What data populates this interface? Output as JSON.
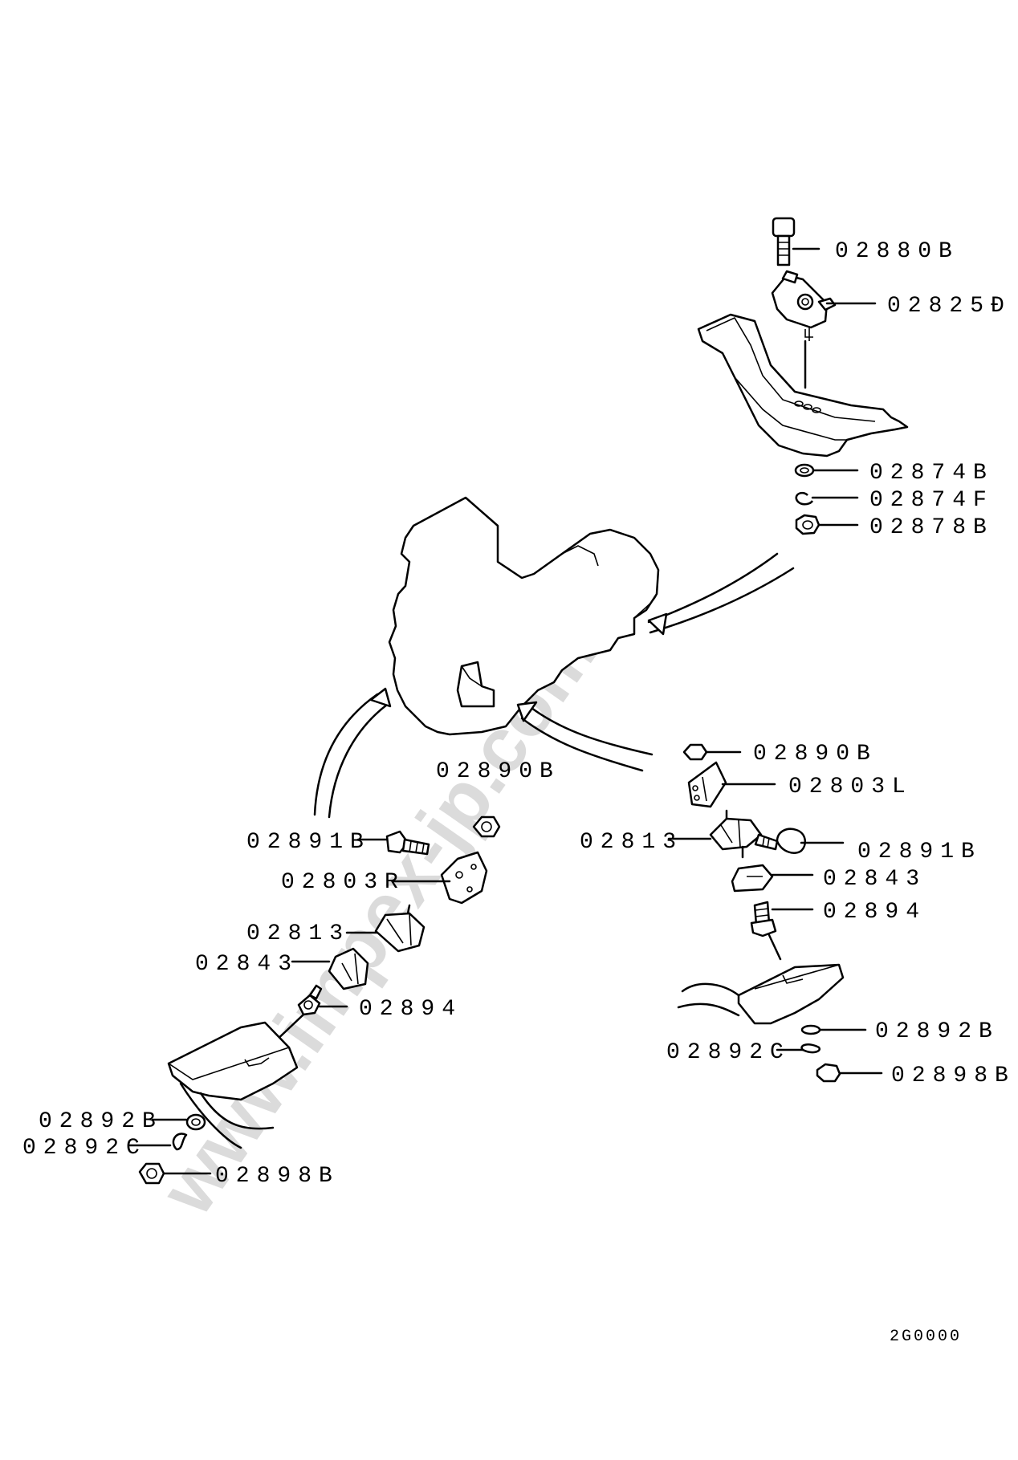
{
  "diagram": {
    "code": "2G0000",
    "watermark": "www.impex-jp.com",
    "callouts": {
      "p02880B": "02880B",
      "p02825D": "02825Ð",
      "p02874B": "02874B",
      "p02874F": "02874F",
      "p02878B": "02878B",
      "p02890B_right": "02890B",
      "p02803L": "02803L",
      "p02813_right": "02813",
      "p02891B_right": "02891B",
      "p02843_right": "02843",
      "p02894_right": "02894",
      "p02892B_right": "02892B",
      "p02892C_right": "02892C",
      "p02898B_right": "02898B",
      "p02890B_left": "02890B",
      "p02891B_left": "02891B",
      "p02803R": "02803R",
      "p02813_left": "02813",
      "p02843_left": "02843",
      "p02894_left": "02894",
      "p02892B_left": "02892B",
      "p02892C_left": "02892C",
      "p02898B_left": "02898B"
    }
  }
}
